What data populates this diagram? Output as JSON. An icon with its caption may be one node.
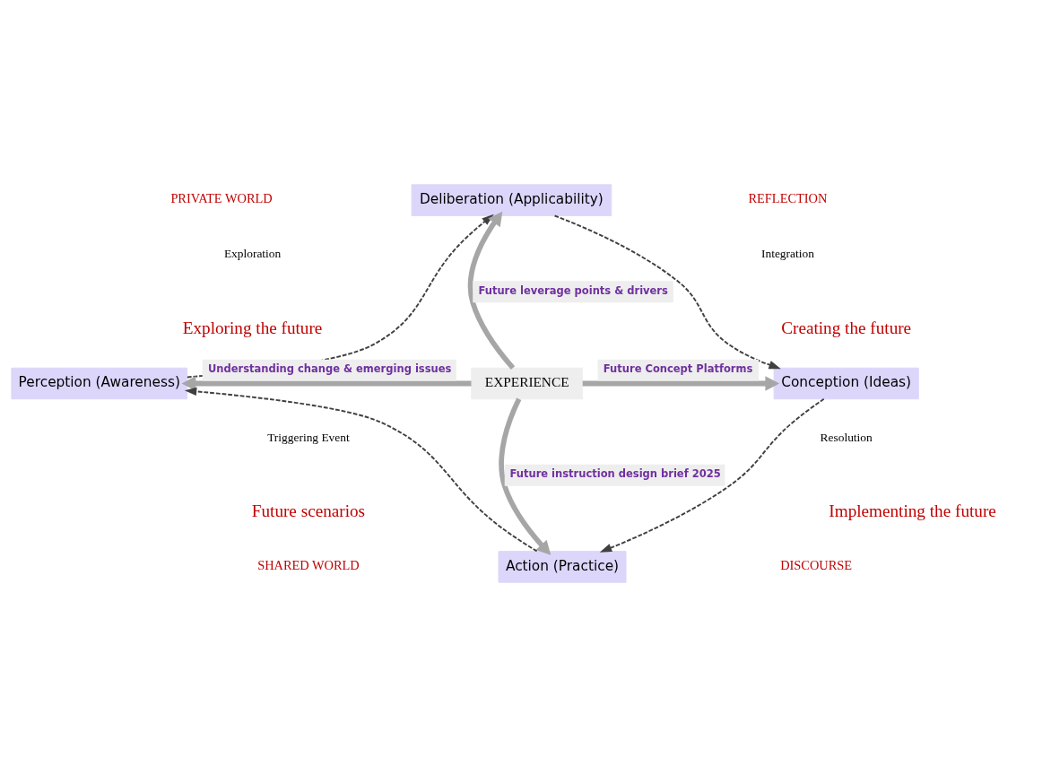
{
  "diagram": {
    "nodes": [
      {
        "text": [
          "Deliberation (Applicability)"
        ]
      },
      {
        "text": [
          "Perception (Awareness)"
        ]
      },
      {
        "text": [
          "EXPERIENCE"
        ]
      },
      {
        "text": [
          "Conception (Ideas)"
        ]
      },
      {
        "text": [
          "Action (Practice)"
        ]
      }
    ],
    "edges": [
      {
        "from": 2,
        "to": 0,
        "arrow": "to",
        "label": "Future leverage points & drivers",
        "style": "thick"
      },
      {
        "from": 2,
        "to": 1,
        "arrow": "to",
        "label": "Understanding change & emerging issues",
        "style": "thick"
      },
      {
        "from": 2,
        "to": 3,
        "arrow": "to",
        "label": "Future Concept Platforms",
        "style": "thick"
      },
      {
        "from": 2,
        "to": 4,
        "arrow": "to",
        "label": "Future instruction design brief 2025",
        "style": "thick"
      },
      {
        "from": 0,
        "to": 3,
        "arrow": "to",
        "style": "dashed",
        "color": "#404040"
      },
      {
        "from": 3,
        "to": 4,
        "arrow": "to",
        "style": "dashed",
        "color": "#404040"
      },
      {
        "from": 4,
        "to": 1,
        "arrow": "to",
        "style": "dashed",
        "color": "#404040"
      },
      {
        "from": 1,
        "to": 0,
        "arrow": "to",
        "style": "dashed",
        "color": "#404040"
      }
    ],
    "labels": [
      "PRIVATE WORLD",
      "REFLECTION",
      "Exploration",
      "Integration",
      "Exploring the future",
      "Creating the future",
      "Triggering Event",
      "Resolution",
      "Future scenarios",
      "Implementing the future",
      "SHARED WORLD",
      "DISCOURSE"
    ]
  }
}
